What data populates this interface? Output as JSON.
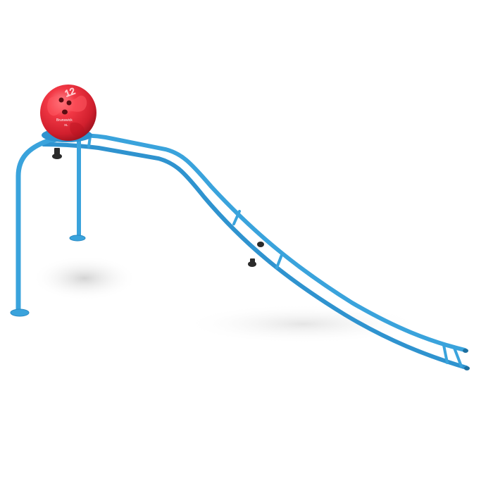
{
  "product": {
    "ball": {
      "number": "12",
      "brand": "Brunswick",
      "sub": "XL",
      "color": "#e8303c",
      "finger_hole_count": 3
    },
    "ramp_color": "#3aa3dc",
    "shadow_color": "#d9d9d9",
    "background": "#ffffff"
  }
}
